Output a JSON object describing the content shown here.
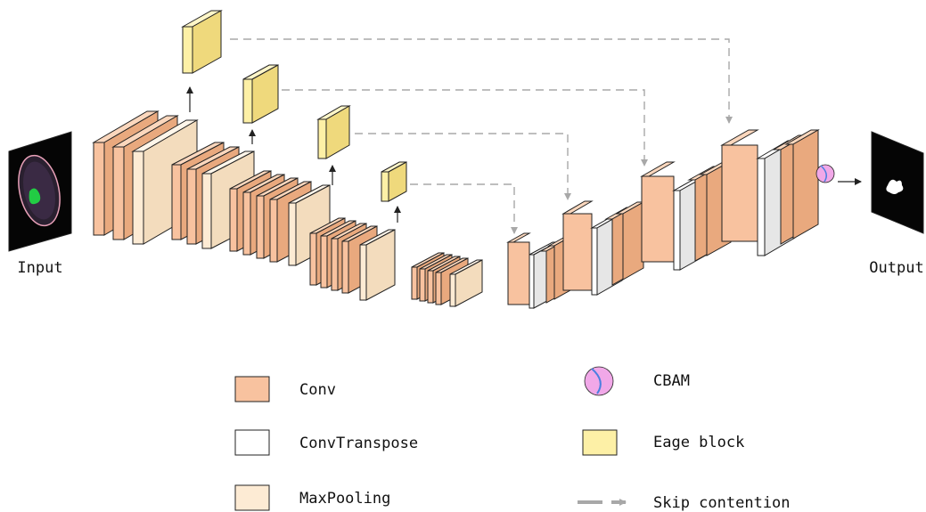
{
  "labels": {
    "input": "Input",
    "output": "Output"
  },
  "legend": [
    {
      "key": "conv",
      "label": "Conv"
    },
    {
      "key": "convtranspose",
      "label": "ConvTranspose"
    },
    {
      "key": "maxpool",
      "label": "MaxPooling"
    },
    {
      "key": "cbam",
      "label": "CBAM"
    },
    {
      "key": "edge",
      "label": "Eage block"
    },
    {
      "key": "skip",
      "label": "Skip contention"
    }
  ],
  "colors": {
    "conv": "#f8c29f",
    "maxpool": "#fdebd4",
    "convtranspose": "#ffffff",
    "edge": "#fdf0a6",
    "cbam": "#f1a8e8",
    "cbam_stroke": "#4a7fe0",
    "skip": "#a8a8a8",
    "outline": "#222222",
    "brain_tumor": "#22cc44",
    "brain_outline": "#e8a0b8"
  }
}
